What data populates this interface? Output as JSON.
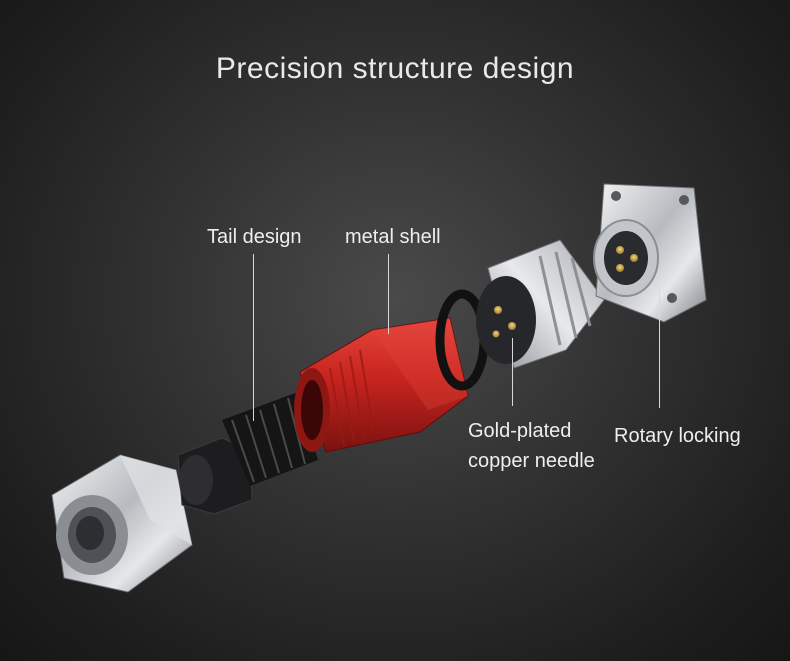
{
  "title": "Precision structure design",
  "labels": {
    "tail_design": "Tail design",
    "metal_shell": "metal shell",
    "gold_plated_line1": "Gold-plated",
    "gold_plated_line2": "copper needle",
    "rotary_locking": "Rotary locking"
  },
  "colors": {
    "shell_red": "#c8241e",
    "silver": "#c9ccd0",
    "black_part": "#1a1a1a",
    "gold": "#c9a24a"
  }
}
